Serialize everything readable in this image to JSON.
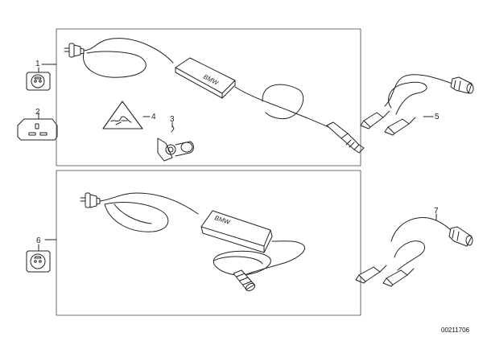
{
  "callouts": {
    "c1": "1",
    "c2": "2",
    "c3": "3",
    "c4": "4",
    "c5": "5",
    "c6": "6",
    "c7": "7"
  },
  "charger_logo_top": "BMW",
  "charger_logo_bottom": "BMW",
  "document_number": "00211706"
}
